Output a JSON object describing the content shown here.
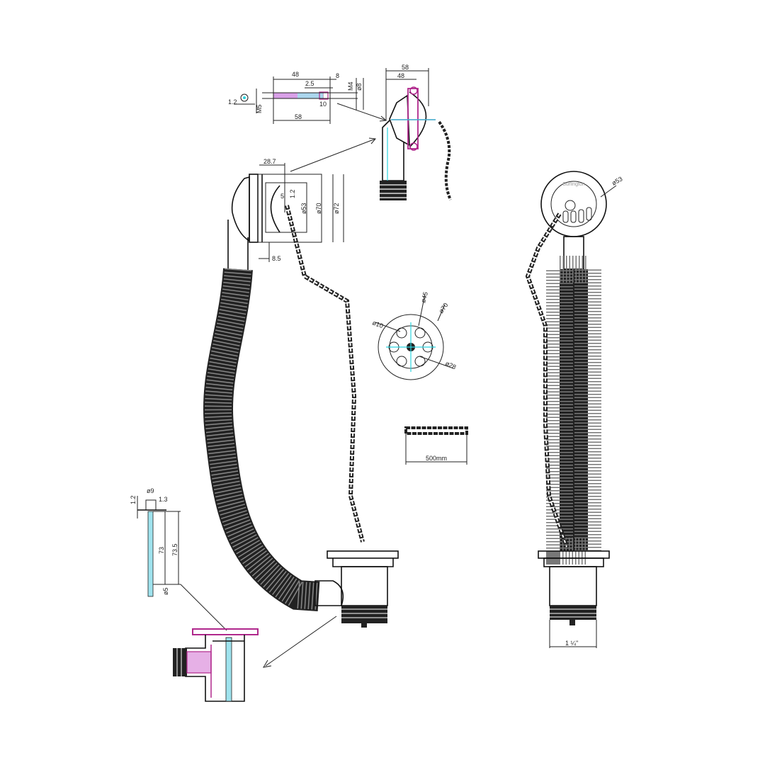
{
  "overflow_screw_detail": {
    "dims": [
      "48",
      "8",
      "2.5",
      "M4",
      "ø8",
      "1.2",
      "M5",
      "10",
      "58"
    ]
  },
  "overflow_section_detail": {
    "dims": [
      "58",
      "48"
    ]
  },
  "overflow_side_view": {
    "dims": [
      "28.7",
      "5",
      "1.2",
      "ø53",
      "ø70",
      "ø72",
      "8.5"
    ]
  },
  "plug_grate_top_view": {
    "dims": [
      "ø10",
      "ø45",
      "ø70",
      "ø28"
    ]
  },
  "chain_detail": {
    "length_label": "500mm"
  },
  "pin_detail": {
    "dims": [
      "ø9",
      "1.3",
      "1.2",
      "73",
      "73.5",
      "ø5"
    ]
  },
  "front_view": {
    "plate_dim": "ø53",
    "thread_label": "1 ¼\"",
    "logo_text": "Burlington"
  },
  "colors": {
    "line": "#222222",
    "center_line": "#2ad4e0",
    "section_hatch": "#b0288c"
  }
}
